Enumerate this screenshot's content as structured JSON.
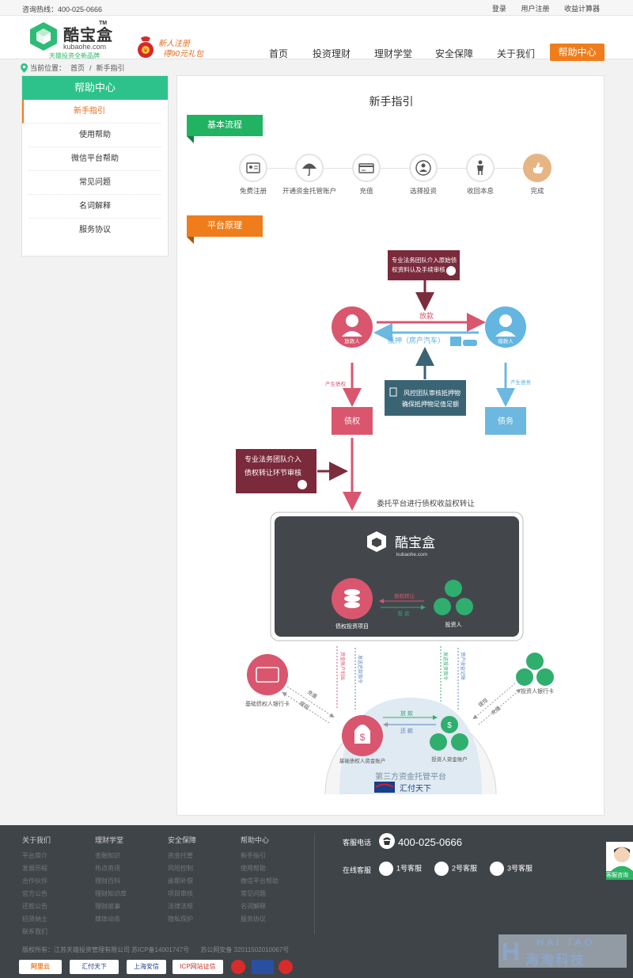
{
  "topbar": {
    "hotline": "咨询热线：400-025-0666",
    "links": [
      "登录",
      "用户注册",
      "收益计算器"
    ]
  },
  "logo": {
    "name": "酷宝盒",
    "tm": "TM",
    "domain": "kubaohe.com",
    "slogan": "天雄投资全新品牌"
  },
  "promo": {
    "line1": "新人注册",
    "line2": "得90元礼包"
  },
  "nav": {
    "items": [
      "首页",
      "投资理财",
      "理财学堂",
      "安全保障",
      "关于我们"
    ],
    "active": "帮助中心"
  },
  "breadcrumb": {
    "label": "当前位置：",
    "home": "首页",
    "sep": "/",
    "current": "新手指引"
  },
  "sidebar": {
    "title": "帮助中心",
    "items": [
      "新手指引",
      "使用帮助",
      "微信平台帮助",
      "常见问题",
      "名词解释",
      "服务协议"
    ]
  },
  "main": {
    "title": "新手指引",
    "section1": "基本流程",
    "section2": "平台原理",
    "steps": [
      "免费注册",
      "开通资金托管账户",
      "充值",
      "选择投资",
      "收回本息",
      "完成"
    ],
    "diagram": {
      "legal_top": [
        "专业法务团队介入原始债",
        "权资料认及手续审核"
      ],
      "lender": "放款人",
      "borrower": "借款人",
      "loan": "放款",
      "mortgage": "抵押（房产汽车）",
      "risk_box": [
        "风控团队审核抵押物",
        "确保抵押物足值足额"
      ],
      "creates_claim": "产生债权",
      "creates_debt": "产生债务",
      "claim": "债权",
      "debt": "债务",
      "legal_mid": [
        "专业法务团队介入",
        "债权转让环节审核"
      ],
      "entrust": "委托平台进行债权收益权转让",
      "platform_name": "酷宝盒",
      "platform_domain": "kubaohe.com",
      "project": "债权投资项目",
      "investor": "投资人",
      "transfer": "债权转让",
      "invest": "投 资",
      "left_v1": "资金账户划出",
      "left_v2": "发送还款指令",
      "right_v1": "发送投资指令",
      "right_v2": "资产收益记账",
      "base_card": "基础债权人银行卡",
      "investor_card": "投资人银行卡",
      "recharge": "充值",
      "withdraw": "提现",
      "base_acct": "基础债权人资金账户",
      "investor_acct": "投资人资金账户",
      "pay": "放 款",
      "repay": "还 款",
      "custody": "第三方资金托管平台",
      "huifu": "汇付天下"
    }
  },
  "footer": {
    "cols": [
      {
        "head": "关于我们",
        "items": [
          "平台简介",
          "发展历程",
          "合作伙伴",
          "官方公告",
          "还款公告",
          "招贤纳士",
          "联系我们"
        ]
      },
      {
        "head": "理财学堂",
        "items": [
          "金融知识",
          "热点资讯",
          "理财百科",
          "理财知识库",
          "理财故事",
          "媒体动态"
        ]
      },
      {
        "head": "安全保障",
        "items": [
          "资金托管",
          "风险控制",
          "逾期补偿",
          "项目审核",
          "法律法规",
          "隐私保护"
        ]
      },
      {
        "head": "帮助中心",
        "items": [
          "新手指引",
          "使用帮助",
          "微信平台帮助",
          "常见问题",
          "名词解释",
          "服务协议"
        ]
      }
    ],
    "service_label": "客服电话",
    "service_phone": "400-025-0666",
    "online_label": "在线客服",
    "qq": [
      "1号客服",
      "2号客服",
      "3号客服"
    ],
    "copyright": "版权所有：江苏天雄投资管理有限公司 苏ICP备14001747号",
    "police": "苏公网安备 32011502010067号",
    "badges": [
      "阿里云",
      "汇付天下",
      "上海安信",
      "ICP网站证信"
    ]
  },
  "cs_button": "客服咨询",
  "watermark": {
    "a": "HAI TAO",
    "b": "海淘科技",
    "c": "H"
  },
  "colors": {
    "green": "#2dc28c",
    "orange": "#ef7d1b",
    "footer": "#3f4449"
  }
}
